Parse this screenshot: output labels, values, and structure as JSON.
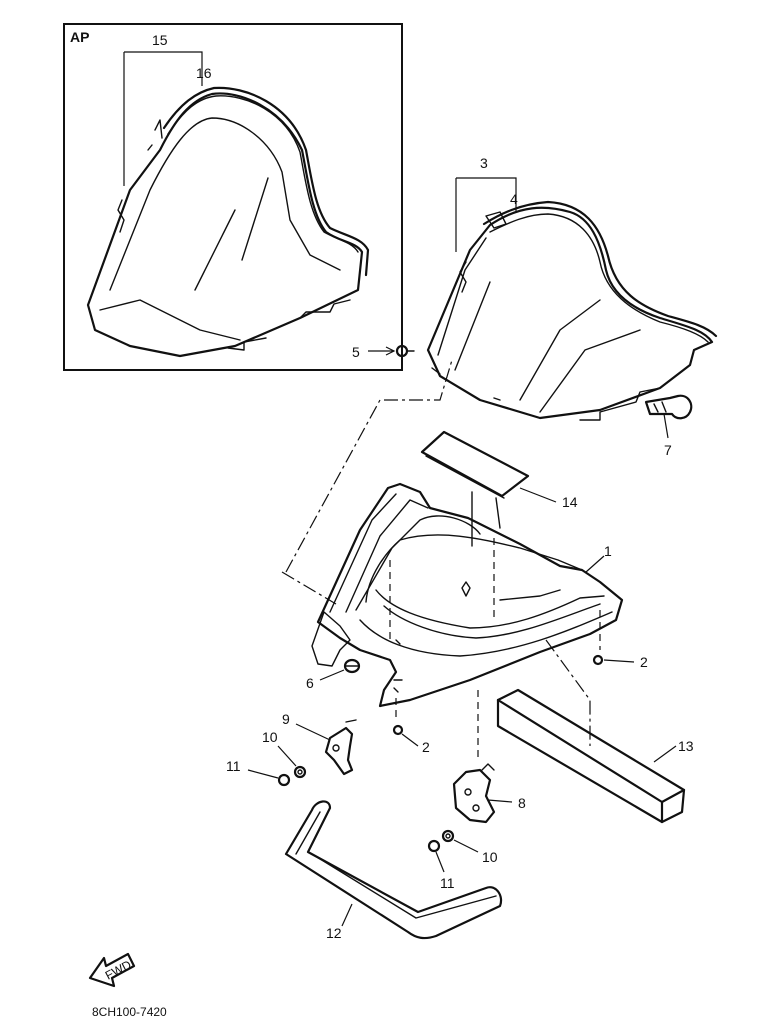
{
  "inset": {
    "label": "AP"
  },
  "callouts": {
    "c1": "1",
    "c2a": "2",
    "c2b": "2",
    "c3": "3",
    "c4": "4",
    "c5": "5",
    "c6": "6",
    "c7": "7",
    "c8": "8",
    "c9": "9",
    "c10a": "10",
    "c10b": "10",
    "c11a": "11",
    "c11b": "11",
    "c12": "12",
    "c13": "13",
    "c14": "14",
    "c15": "15",
    "c16": "16"
  },
  "fwd_label": "FWD",
  "drawing_code": "8CH100-7420"
}
